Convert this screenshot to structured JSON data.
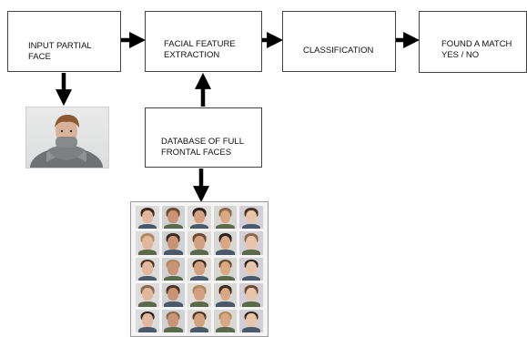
{
  "boxes": {
    "input": "INPUT PARTIAL\nFACE",
    "extraction": "FACIAL FEATURE\nEXTRACTION",
    "classification": "CLASSIFICATION",
    "match": "FOUND A MATCH\nYES / NO",
    "database": "DATABASE OF FULL\nFRONTAL FACES"
  },
  "colors": {
    "arrow": "#000000",
    "box_border": "#444444"
  }
}
